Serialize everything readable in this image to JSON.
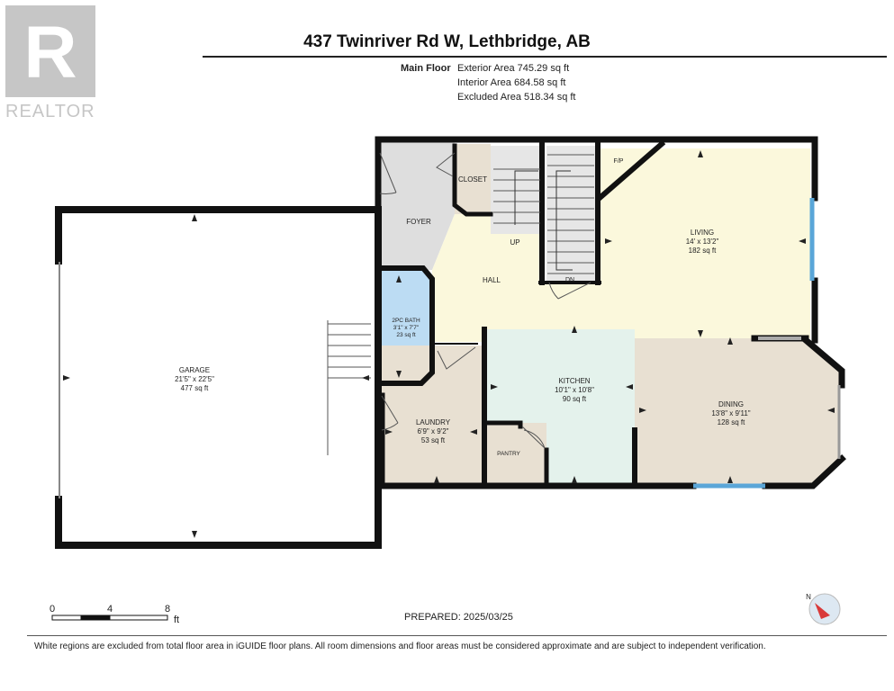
{
  "header": {
    "address": "437 Twinriver Rd W, Lethbridge, AB",
    "floor_label": "Main Floor",
    "exterior_area": "Exterior Area 745.29 sq ft",
    "interior_area": "Interior Area 684.58 sq ft",
    "excluded_area": "Excluded Area 518.34 sq ft"
  },
  "logo": {
    "text": "REALTOR"
  },
  "rooms": {
    "garage": {
      "name": "GARAGE",
      "dims": "21'5\" x 22'5\"",
      "area": "477 sq ft"
    },
    "foyer": {
      "name": "FOYER"
    },
    "closet": {
      "name": "CLOSET"
    },
    "up": {
      "name": "UP"
    },
    "dn": {
      "name": "DN"
    },
    "fp": {
      "name": "F/P"
    },
    "hall": {
      "name": "HALL"
    },
    "living": {
      "name": "LIVING",
      "dims": "14' x 13'2\"",
      "area": "182 sq ft"
    },
    "bath": {
      "name": "2PC BATH",
      "dims": "3'1\" x 7'7\"",
      "area": "23 sq ft"
    },
    "laundry": {
      "name": "LAUNDRY",
      "dims": "6'9\" x 9'2\"",
      "area": "53 sq ft"
    },
    "kitchen": {
      "name": "KITCHEN",
      "dims": "10'1\" x 10'8\"",
      "area": "90 sq ft"
    },
    "pantry": {
      "name": "PANTRY"
    },
    "dining": {
      "name": "DINING",
      "dims": "13'8\" x 9'11\"",
      "area": "128 sq ft"
    }
  },
  "scale": {
    "labels": [
      "0",
      "4",
      "8"
    ],
    "unit": "ft"
  },
  "compass": {
    "label": "N"
  },
  "prepared": "PREPARED: 2025/03/25",
  "disclaimer": "White regions are excluded from total floor area in iGUIDE floor plans. All room dimensions and floor areas must be considered approximate and are subject to independent verification.",
  "colors": {
    "wall": "#111111",
    "foyer": "#dedede",
    "hall": "#fbf8dc",
    "bath": "#bcdcf3",
    "laundry": "#e8e0d2",
    "kitchen": "#e4f2ec",
    "dining": "#e8e0d2",
    "window": "#5aa6d8"
  }
}
